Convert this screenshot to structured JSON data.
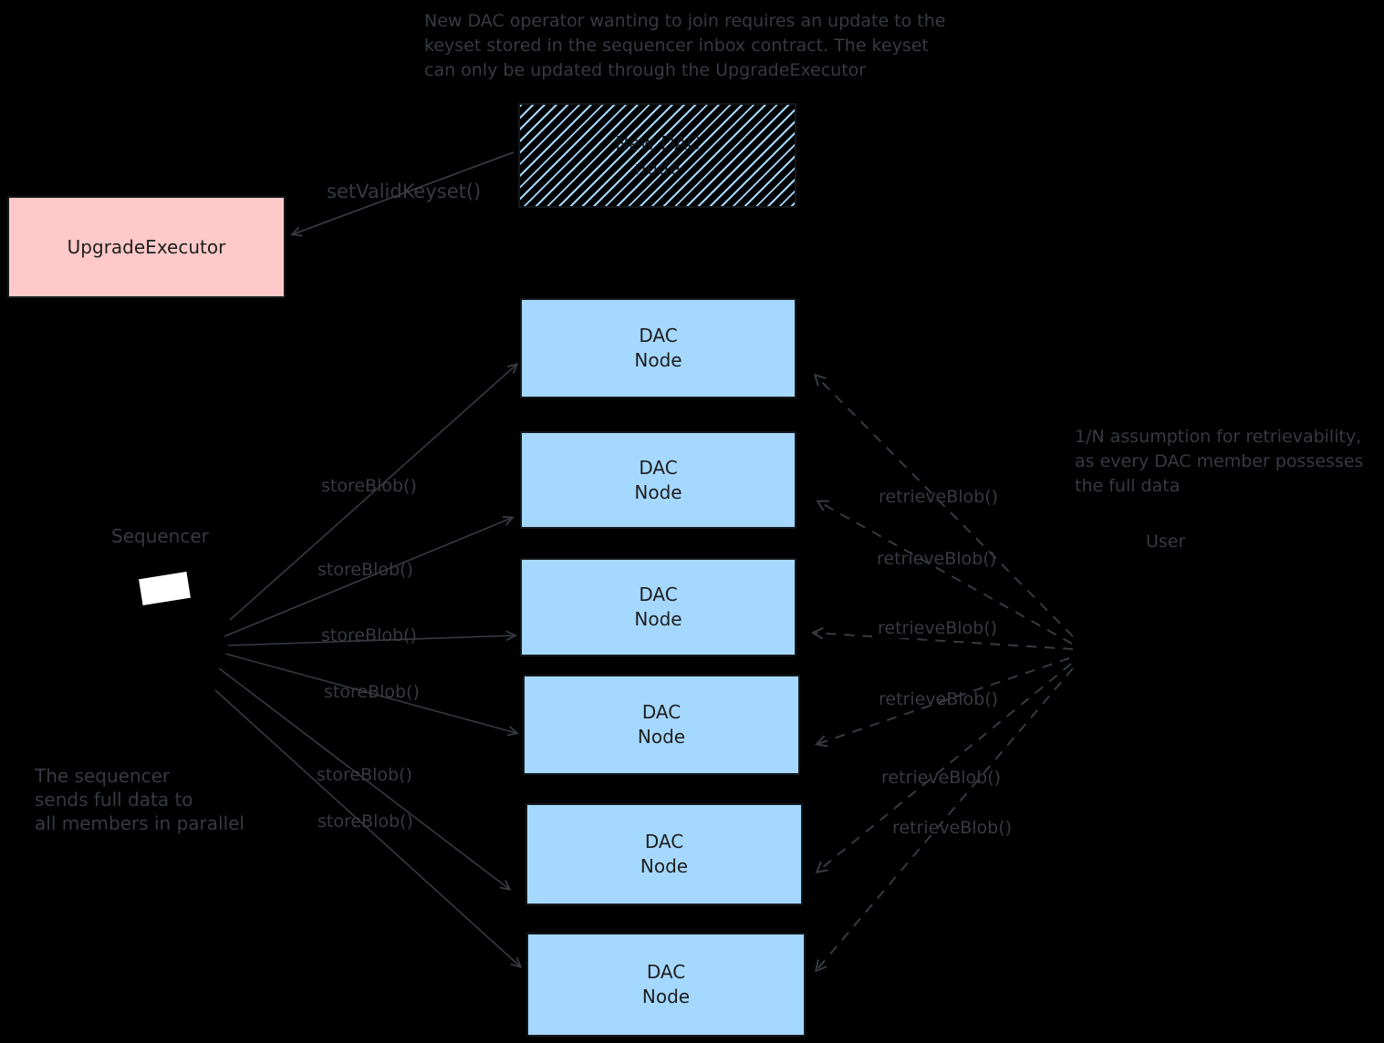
{
  "colors": {
    "background": "#000000",
    "dac_node_fill": "#a5d8ff",
    "upgrade_executor_fill": "#ffc9c9",
    "stroke": "#363b41",
    "box_text": "#1e1e1e"
  },
  "top_note": {
    "lines": [
      "New DAC operator wanting to join requires an update to the",
      "keyset stored in the sequencer inbox contract. The keyset",
      "can only be updated through the UpgradeExecutor"
    ]
  },
  "new_dac_node": {
    "line1": "New DAC",
    "line2": "node"
  },
  "upgrade_executor": {
    "label": "UpgradeExecutor"
  },
  "set_valid_keyset_label": "setValidKeyset()",
  "sequencer": {
    "label": "Sequencer"
  },
  "user_label": "User",
  "dac_nodes": [
    {
      "line1": "DAC",
      "line2": "Node"
    },
    {
      "line1": "DAC",
      "line2": "Node"
    },
    {
      "line1": "DAC",
      "line2": "Node"
    },
    {
      "line1": "DAC",
      "line2": "Node"
    },
    {
      "line1": "DAC",
      "line2": "Node"
    },
    {
      "line1": "DAC",
      "line2": "Node"
    }
  ],
  "store_labels": [
    "storeBlob()",
    "storeBlob()",
    "storeBlob()",
    "storeBlob()",
    "storeBlob()",
    "storeBlob()"
  ],
  "retrieve_labels": [
    "retrieveBlob()",
    "retrieveBlob()",
    "retrieveBlob()",
    "retrieveBlob()",
    "retrieveBlob()",
    "retrieveBlob()"
  ],
  "right_note": {
    "lines": [
      "1/N assumption for retrievability,",
      "as every DAC member possesses",
      "the full data"
    ]
  },
  "bottom_note": {
    "lines": [
      "The sequencer",
      "sends full data to",
      "all members in parallel"
    ]
  }
}
